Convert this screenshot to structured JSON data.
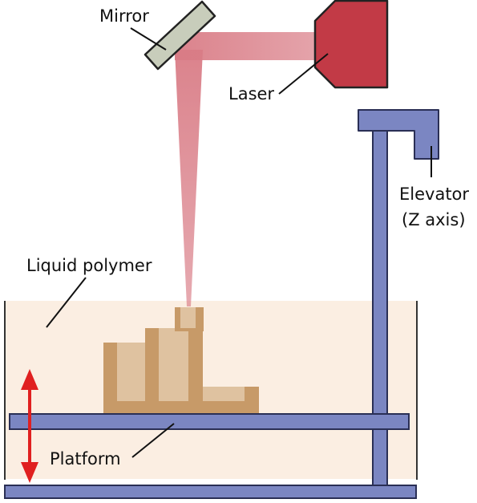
{
  "labels": {
    "mirror": "Mirror",
    "laser": "Laser",
    "elevator_line1": "Elevator",
    "elevator_line2": "(Z axis)",
    "liquid_polymer": "Liquid polymer",
    "platform": "Platform"
  },
  "colors": {
    "polymer": "#fbeee2",
    "tank_outline": "#333333",
    "steel_blue": "#7b86c2",
    "steel_blue_dark": "#5b64a6",
    "laser_body": "#c23a46",
    "laser_beam": "#d97c86",
    "mirror": "#c8cdbb",
    "part_dark": "#c79a68",
    "part_light": "#dfc2a0",
    "arrow": "#e02020"
  }
}
